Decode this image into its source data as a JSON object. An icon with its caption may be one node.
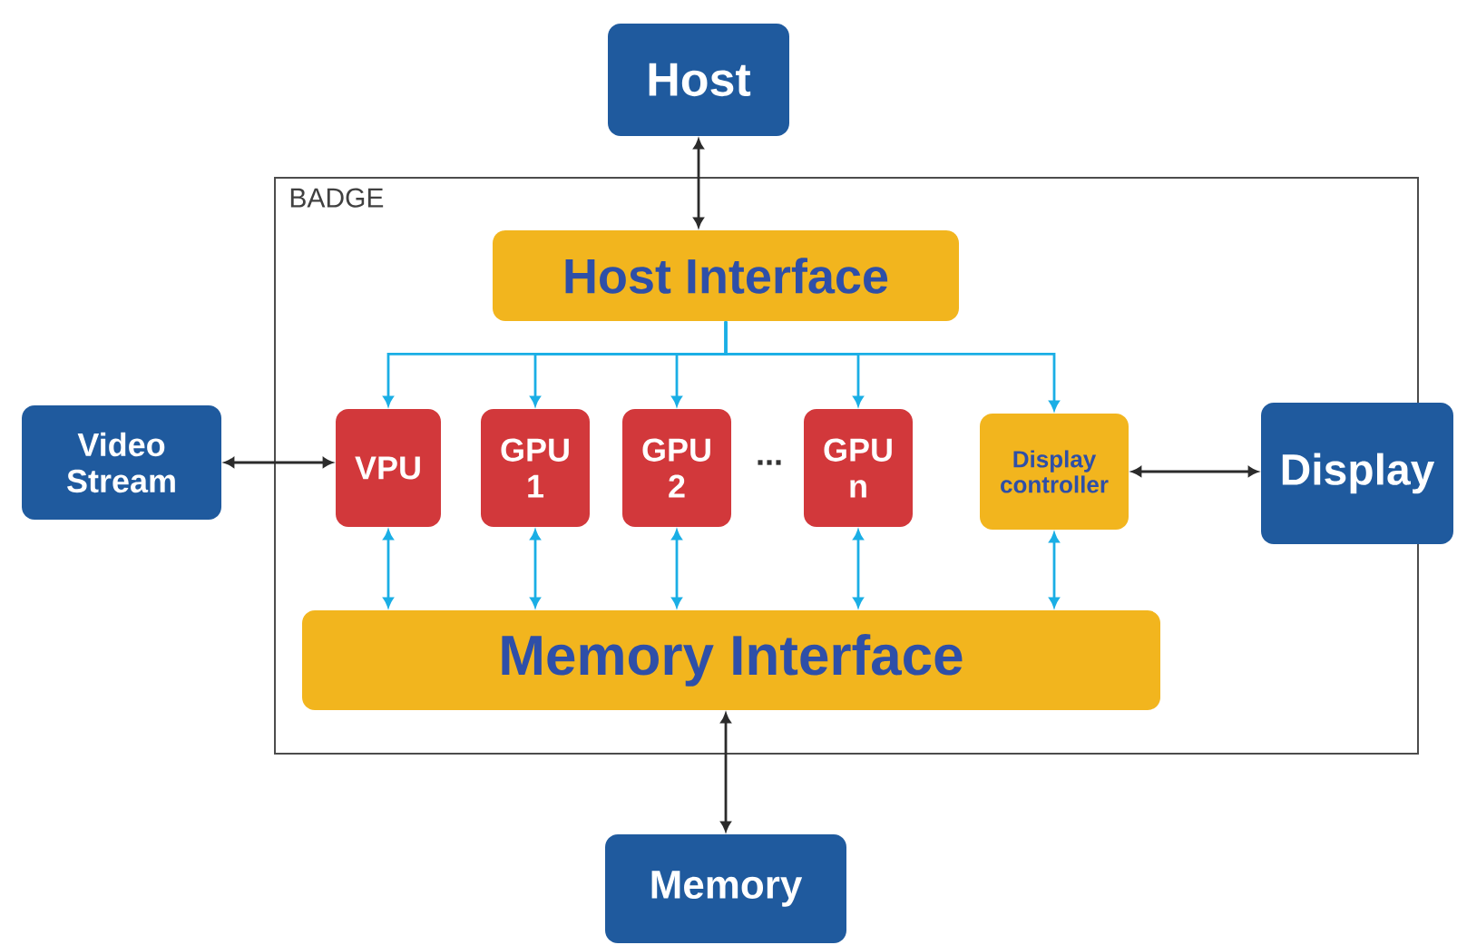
{
  "diagram": {
    "nodes": [
      {
        "text": [
          "Host"
        ]
      },
      {
        "text": [
          "BADGE"
        ]
      },
      {
        "text": [
          "Host Interface"
        ],
        "in": 1
      },
      {
        "text": [
          "Video Stream"
        ]
      },
      {
        "text": [
          "VPU"
        ],
        "in": 1
      },
      {
        "text": [
          "GPU 1"
        ],
        "in": 1
      },
      {
        "text": [
          "GPU 2"
        ],
        "in": 1
      },
      {
        "text": [
          "GPU n"
        ],
        "in": 1
      },
      {
        "text": [
          "Display controller"
        ],
        "in": 1
      },
      {
        "text": [
          "Display"
        ]
      },
      {
        "text": [
          "Memory Interface"
        ],
        "in": 1
      },
      {
        "text": [
          "Memory"
        ]
      }
    ],
    "edges": [
      {
        "from": 0,
        "to": 2,
        "arrow": "both",
        "color": "#2b2b2b"
      },
      {
        "from": 2,
        "to": 4,
        "arrow": "to"
      },
      {
        "from": 2,
        "to": 5,
        "arrow": "to"
      },
      {
        "from": 2,
        "to": 6,
        "arrow": "to"
      },
      {
        "from": 2,
        "to": 7,
        "arrow": "to"
      },
      {
        "from": 2,
        "to": 8,
        "arrow": "to"
      },
      {
        "from": 3,
        "to": 4,
        "arrow": "both",
        "color": "#2b2b2b"
      },
      {
        "from": 8,
        "to": 9,
        "arrow": "both",
        "color": "#2b2b2b"
      },
      {
        "from": 4,
        "to": 10,
        "arrow": "both"
      },
      {
        "from": 5,
        "to": 10,
        "arrow": "both"
      },
      {
        "from": 6,
        "to": 10,
        "arrow": "both"
      },
      {
        "from": 7,
        "to": 10,
        "arrow": "both"
      },
      {
        "from": 8,
        "to": 10,
        "arrow": "both"
      },
      {
        "from": 10,
        "to": 11,
        "arrow": "both",
        "color": "#2b2b2b"
      }
    ],
    "labels": [
      "..."
    ]
  }
}
